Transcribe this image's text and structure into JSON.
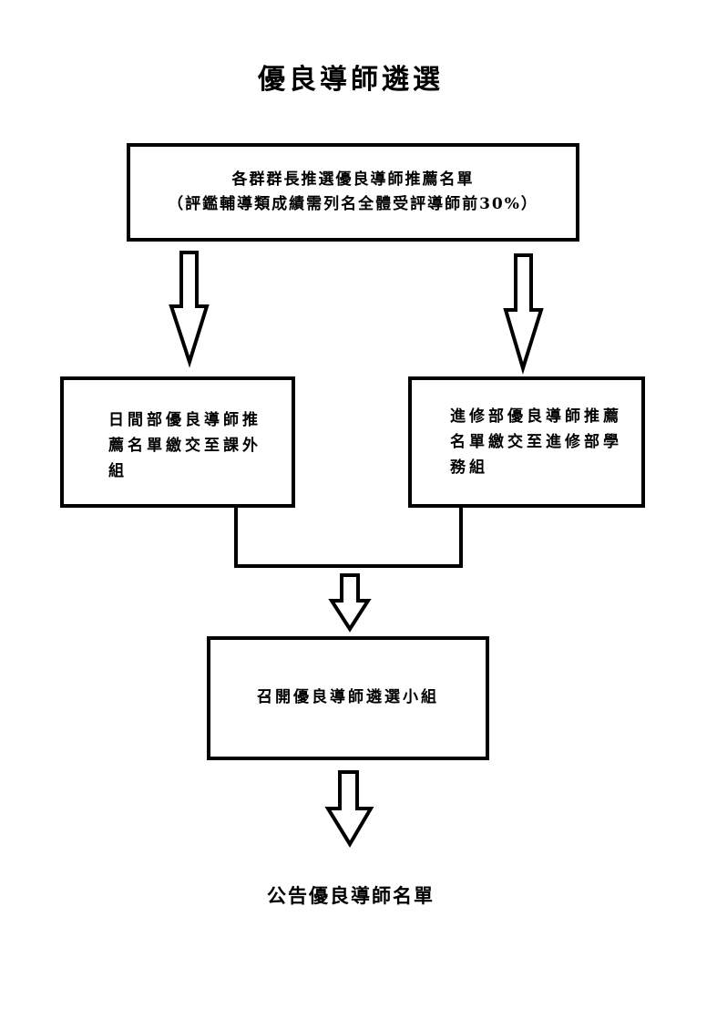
{
  "title": "優良導師遴選",
  "top_box": {
    "line1": "各群群長推選優良導師推薦名單",
    "line2": "（評鑑輔導類成績需列名全體受評導師前30%）"
  },
  "left_box": {
    "text": "日間部優良導師推薦名單繳交至課外組"
  },
  "right_box": {
    "text": "進修部優良導師推薦名單繳交至進修部學務組"
  },
  "middle_box": {
    "text": "召開優良導師遴選小組"
  },
  "final_text": "公告優良導師名單"
}
